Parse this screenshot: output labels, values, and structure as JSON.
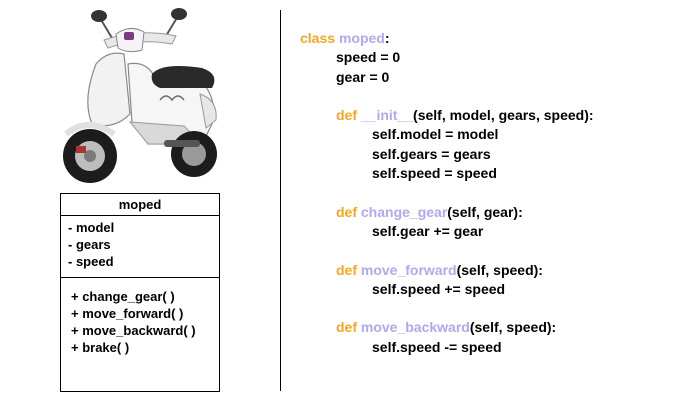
{
  "colors": {
    "keyword": "#f5a623",
    "name": "#b0a8f0",
    "text": "#000000",
    "border": "#000000"
  },
  "image": {
    "name": "scooter-photo",
    "icon": "moped-scooter-icon"
  },
  "uml": {
    "class_name": "moped",
    "attributes": [
      "- model",
      "- gears",
      "- speed"
    ],
    "methods": [
      "+ change_gear( )",
      "+ move_forward( )",
      "+ move_backward( )",
      "+ brake( )"
    ]
  },
  "code": {
    "class_kw": "class",
    "class_name": "moped",
    "class_colon": ":",
    "attr_speed": "speed = 0",
    "attr_gear": "gear = 0",
    "def_kw": "def",
    "init": {
      "name": "__init__",
      "params": "(self, model, gears, speed):",
      "body": [
        "self.model = model",
        "self.gears = gears",
        "self.speed = speed"
      ]
    },
    "change_gear": {
      "name": "change_gear",
      "params": "(self, gear):",
      "body": [
        "self.gear += gear"
      ]
    },
    "move_forward": {
      "name": "move_forward",
      "params": "(self, speed):",
      "body": [
        "self.speed += speed"
      ]
    },
    "move_backward": {
      "name": "move_backward",
      "params": "(self, speed):",
      "body": [
        "self.speed -= speed"
      ]
    }
  }
}
